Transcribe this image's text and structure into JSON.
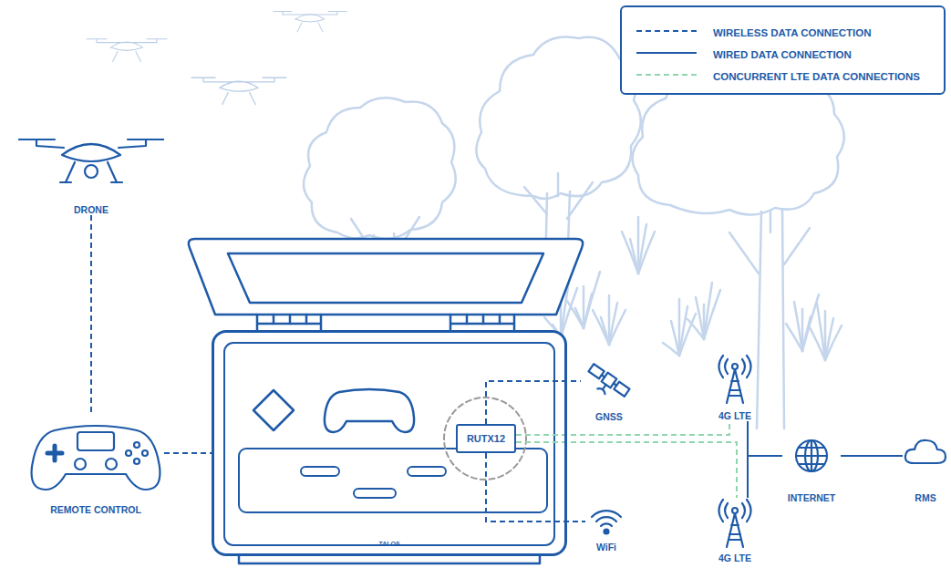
{
  "diagram": {
    "nodes": [
      {
        "text": [
          "DRONE"
        ]
      },
      {
        "text": [
          "TALOS"
        ]
      },
      {
        "text": [
          "RUTX12"
        ],
        "in": 1
      },
      {
        "text": [
          "GNSS"
        ]
      },
      {
        "text": [
          "4G LTE"
        ]
      },
      {
        "text": [
          "REMOTE CONTROL"
        ]
      },
      {
        "text": [
          "INTERNET"
        ]
      },
      {
        "text": [
          "RMS"
        ]
      },
      {
        "text": [
          "WiFi"
        ]
      },
      {
        "text": [
          "4G LTE"
        ]
      }
    ],
    "edges": [
      {
        "from": 0,
        "to": 5,
        "arrow": "none"
      },
      {
        "from": 5,
        "to": 1,
        "arrow": "none"
      },
      {
        "from": 2,
        "to": 3,
        "arrow": "none"
      },
      {
        "from": 2,
        "to": 8,
        "arrow": "none"
      },
      {
        "from": 2,
        "to": 4,
        "arrow": "none"
      },
      {
        "from": 2,
        "to": 9,
        "arrow": "none"
      },
      {
        "from": 4,
        "to": 6,
        "arrow": "none"
      },
      {
        "from": 9,
        "to": 6,
        "arrow": "none"
      },
      {
        "from": 6,
        "to": 7,
        "arrow": "none"
      }
    ],
    "legend": [
      {
        "text": "WIRELESS DATA CONNECTION"
      },
      {
        "text": "WIRED DATA CONNECTION"
      },
      {
        "text": "CONCURRENT LTE DATA CONNECTIONS"
      }
    ]
  }
}
